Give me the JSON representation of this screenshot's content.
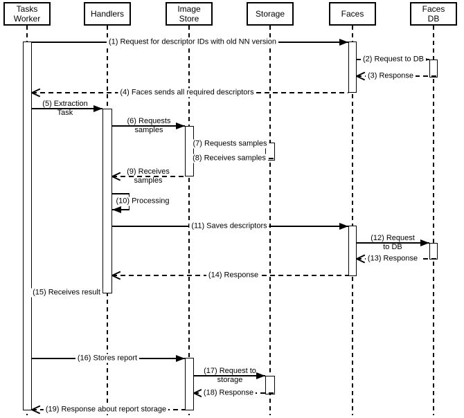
{
  "diagram_type": "uml-sequence-diagram",
  "colors": {
    "line": "#000000",
    "background": "#ffffff",
    "text": "#000000"
  },
  "actors": [
    {
      "id": "tasks-worker",
      "label": "Tasks\nWorker"
    },
    {
      "id": "handlers",
      "label": "Handlers"
    },
    {
      "id": "image-store",
      "label": "Image\nStore"
    },
    {
      "id": "storage",
      "label": "Storage"
    },
    {
      "id": "faces",
      "label": "Faces"
    },
    {
      "id": "faces-db",
      "label": "Faces\nDB"
    }
  ],
  "messages": [
    {
      "num": 1,
      "label": "(1) Request for descriptor IDs with old NN version",
      "from": "tasks-worker",
      "to": "faces",
      "kind": "request",
      "line": "solid",
      "arrow": "filled"
    },
    {
      "num": 2,
      "label": "(2) Request to DB",
      "from": "faces",
      "to": "faces-db",
      "kind": "request",
      "line": "solid",
      "arrow": "filled"
    },
    {
      "num": 3,
      "label": "(3) Response",
      "from": "faces-db",
      "to": "faces",
      "kind": "response",
      "line": "dashed",
      "arrow": "open"
    },
    {
      "num": 4,
      "label": "(4) Faces sends all required descriptors",
      "from": "faces",
      "to": "tasks-worker",
      "kind": "response",
      "line": "dashed",
      "arrow": "open"
    },
    {
      "num": 5,
      "label": "(5) Extraction\nTask",
      "from": "tasks-worker",
      "to": "handlers",
      "kind": "request",
      "line": "solid",
      "arrow": "filled"
    },
    {
      "num": 6,
      "label": "(6) Requests\nsamples",
      "from": "handlers",
      "to": "image-store",
      "kind": "request",
      "line": "solid",
      "arrow": "filled"
    },
    {
      "num": 7,
      "label": "(7) Requests samples",
      "from": "image-store",
      "to": "storage",
      "kind": "request",
      "line": "solid",
      "arrow": "filled"
    },
    {
      "num": 8,
      "label": "(8) Receives samples",
      "from": "storage",
      "to": "image-store",
      "kind": "response",
      "line": "dashed",
      "arrow": "open"
    },
    {
      "num": 9,
      "label": "(9) Receives\nsamples",
      "from": "image-store",
      "to": "handlers",
      "kind": "response",
      "line": "dashed",
      "arrow": "open"
    },
    {
      "num": 10,
      "label": "(10) Processing",
      "from": "handlers",
      "to": "handlers",
      "kind": "self",
      "line": "solid",
      "arrow": "filled"
    },
    {
      "num": 11,
      "label": "(11) Saves descriptors",
      "from": "handlers",
      "to": "faces",
      "kind": "request",
      "line": "solid",
      "arrow": "filled"
    },
    {
      "num": 12,
      "label": "(12) Request\nto DB",
      "from": "faces",
      "to": "faces-db",
      "kind": "request",
      "line": "solid",
      "arrow": "filled"
    },
    {
      "num": 13,
      "label": "(13) Response",
      "from": "faces-db",
      "to": "faces",
      "kind": "response",
      "line": "dashed",
      "arrow": "open"
    },
    {
      "num": 14,
      "label": "(14) Response",
      "from": "faces",
      "to": "handlers",
      "kind": "response",
      "line": "dashed",
      "arrow": "open"
    },
    {
      "num": 15,
      "label": "(15) Receives result",
      "from": "handlers",
      "to": "tasks-worker",
      "kind": "response",
      "line": "solid",
      "arrow": "open"
    },
    {
      "num": 16,
      "label": "(16) Stores report",
      "from": "tasks-worker",
      "to": "image-store",
      "kind": "request",
      "line": "solid",
      "arrow": "filled"
    },
    {
      "num": 17,
      "label": "(17) Request to\nstorage",
      "from": "image-store",
      "to": "storage",
      "kind": "request",
      "line": "solid",
      "arrow": "filled"
    },
    {
      "num": 18,
      "label": "(18) Response",
      "from": "storage",
      "to": "image-store",
      "kind": "response",
      "line": "dashed",
      "arrow": "open"
    },
    {
      "num": 19,
      "label": "(19) Response about report storage",
      "from": "image-store",
      "to": "tasks-worker",
      "kind": "response",
      "line": "dashed",
      "arrow": "open"
    }
  ]
}
